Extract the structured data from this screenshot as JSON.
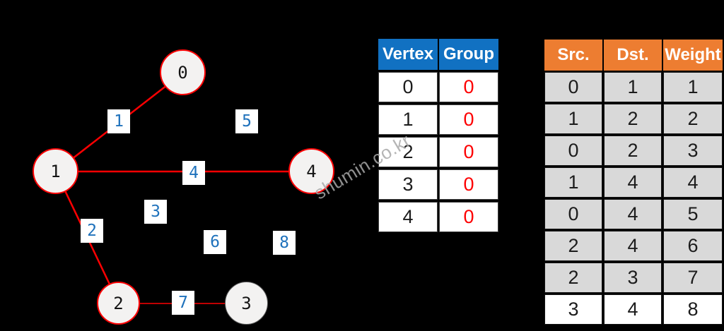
{
  "watermark": "shumin.co.kr",
  "colors": {
    "background": "#000000",
    "header_blue": "#1171C2",
    "header_orange": "#ED7D31",
    "edge_red": "#FD0002",
    "weight_label_blue": "#1F72BC",
    "group_value_red": "#FD0002",
    "node_fill": "#F3F2F1",
    "row_gray": "#D9D9D9"
  },
  "graph": {
    "nodes": [
      {
        "label": "0"
      },
      {
        "label": "1"
      },
      {
        "label": "2"
      },
      {
        "label": "3"
      },
      {
        "label": "4"
      }
    ],
    "edges": [
      {
        "src": "0",
        "dst": "1",
        "weight": "1",
        "highlighted": true
      },
      {
        "src": "0",
        "dst": "4",
        "weight": "5",
        "highlighted": false
      },
      {
        "src": "1",
        "dst": "4",
        "weight": "4",
        "highlighted": true
      },
      {
        "src": "0",
        "dst": "2",
        "weight": "3",
        "highlighted": false
      },
      {
        "src": "1",
        "dst": "2",
        "weight": "2",
        "highlighted": true
      },
      {
        "src": "2",
        "dst": "4",
        "weight": "6",
        "highlighted": false
      },
      {
        "src": "3",
        "dst": "4",
        "weight": "8",
        "highlighted": false
      },
      {
        "src": "2",
        "dst": "3",
        "weight": "7",
        "highlighted": true
      }
    ]
  },
  "tables": {
    "vertex": {
      "headers": [
        "Vertex",
        "Group"
      ],
      "rows": [
        [
          "0",
          "0"
        ],
        [
          "1",
          "0"
        ],
        [
          "2",
          "0"
        ],
        [
          "3",
          "0"
        ],
        [
          "4",
          "0"
        ]
      ]
    },
    "edges": {
      "headers": [
        "Src.",
        "Dst.",
        "Weight"
      ],
      "rows": [
        [
          "0",
          "1",
          "1"
        ],
        [
          "1",
          "2",
          "2"
        ],
        [
          "0",
          "2",
          "3"
        ],
        [
          "1",
          "4",
          "4"
        ],
        [
          "0",
          "4",
          "5"
        ],
        [
          "2",
          "4",
          "6"
        ],
        [
          "2",
          "3",
          "7"
        ],
        [
          "3",
          "4",
          "8"
        ]
      ]
    }
  }
}
